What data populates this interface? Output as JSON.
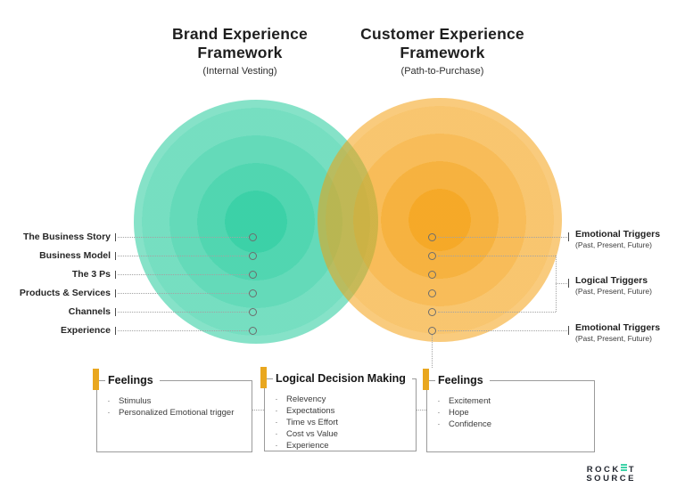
{
  "titles": {
    "left": {
      "line1": "Brand Experience",
      "line2": "Framework",
      "subtitle": "(Internal Vesting)"
    },
    "right": {
      "line1": "Customer Experience",
      "line2": "Framework",
      "subtitle": "(Path-to-Purchase)"
    }
  },
  "left_labels": [
    "The Business Story",
    "Business Model",
    "The 3 Ps",
    "Products & Services",
    "Channels",
    "Experience"
  ],
  "right_labels": [
    {
      "title": "Emotional Triggers",
      "subtitle": "(Past, Present, Future)"
    },
    {
      "title": "Logical Triggers",
      "subtitle": "(Past, Present, Future)"
    },
    {
      "title": "Emotional Triggers",
      "subtitle": "(Past, Present, Future)"
    }
  ],
  "boxes": [
    {
      "title": "Feelings",
      "items": [
        "Stimulus",
        "Personalized Emotional trigger"
      ]
    },
    {
      "title": "Logical Decision Making",
      "items": [
        "Relevency",
        "Expectations",
        "Time vs Effort",
        "Cost vs Value",
        "Experience"
      ]
    },
    {
      "title": "Feelings",
      "items": [
        "Excitement",
        "Hope",
        "Confidence"
      ]
    }
  ],
  "logo": {
    "rocket_pre": "ROCK",
    "rocket_post": "T",
    "source": "SOURCE"
  },
  "colors": {
    "teal_accent": "#3ED3A8",
    "orange_accent": "#F6A921",
    "gold_accent": "#E9A71F"
  }
}
